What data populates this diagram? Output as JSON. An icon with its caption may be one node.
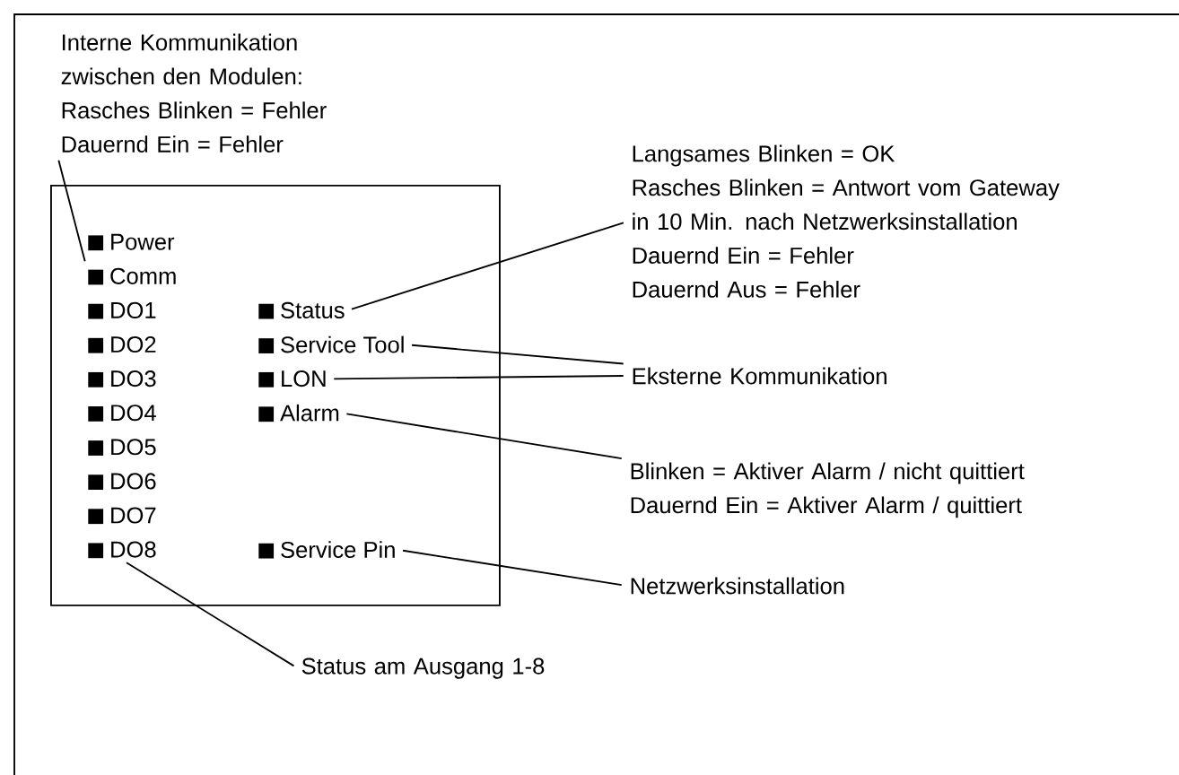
{
  "diagram": {
    "nodes": [
      {
        "text": [
          "Interne Kommunikation zwischen den Modulen:",
          "Rasches Blinken = Fehler",
          "Dauernd Ein = Fehler"
        ]
      },
      {
        "text": [],
        "shape": "box"
      },
      {
        "text": [
          "Power"
        ],
        "in": 1
      },
      {
        "text": [
          "Comm"
        ],
        "in": 1
      },
      {
        "text": [
          "DO1"
        ],
        "in": 1
      },
      {
        "text": [
          "Status"
        ],
        "in": 1
      },
      {
        "text": [
          "DO2"
        ],
        "in": 1
      },
      {
        "text": [
          "Service Tool"
        ],
        "in": 1
      },
      {
        "text": [
          "DO3"
        ],
        "in": 1
      },
      {
        "text": [
          "LON"
        ],
        "in": 1
      },
      {
        "text": [
          "DO4"
        ],
        "in": 1
      },
      {
        "text": [
          "Alarm"
        ],
        "in": 1
      },
      {
        "text": [
          "DO5"
        ],
        "in": 1
      },
      {
        "text": [
          "DO6"
        ],
        "in": 1
      },
      {
        "text": [
          "DO7"
        ],
        "in": 1
      },
      {
        "text": [
          "DO8"
        ],
        "in": 1
      },
      {
        "text": [
          "Service Pin"
        ],
        "in": 1
      },
      {
        "text": [
          "Langsames Blinken = OK",
          "Rasches Blinken = Antwort vom Gateway in  10 Min. nach Netzwerksinstallation",
          "Dauernd Ein = Fehler",
          "Dauernd Aus = Fehler"
        ]
      },
      {
        "text": [
          "Eksterne Kommunikation"
        ]
      },
      {
        "text": [
          "Blinken = Aktiver Alarm / nicht quittiert",
          "Dauernd Ein = Aktiver Alarm / quittiert"
        ]
      },
      {
        "text": [
          "Netzwerksinstallation"
        ]
      },
      {
        "text": [
          "Status am Ausgang 1-8"
        ]
      }
    ],
    "edges": [
      {
        "from": 0,
        "to": 3,
        "arrow": "none"
      },
      {
        "from": 17,
        "to": 5,
        "arrow": "none"
      },
      {
        "from": 18,
        "to": 7,
        "arrow": "none"
      },
      {
        "from": 18,
        "to": 9,
        "arrow": "none"
      },
      {
        "from": 19,
        "to": 11,
        "arrow": "none"
      },
      {
        "from": 20,
        "to": 16,
        "arrow": "none"
      },
      {
        "from": 21,
        "to": 15,
        "arrow": "none"
      }
    ]
  }
}
